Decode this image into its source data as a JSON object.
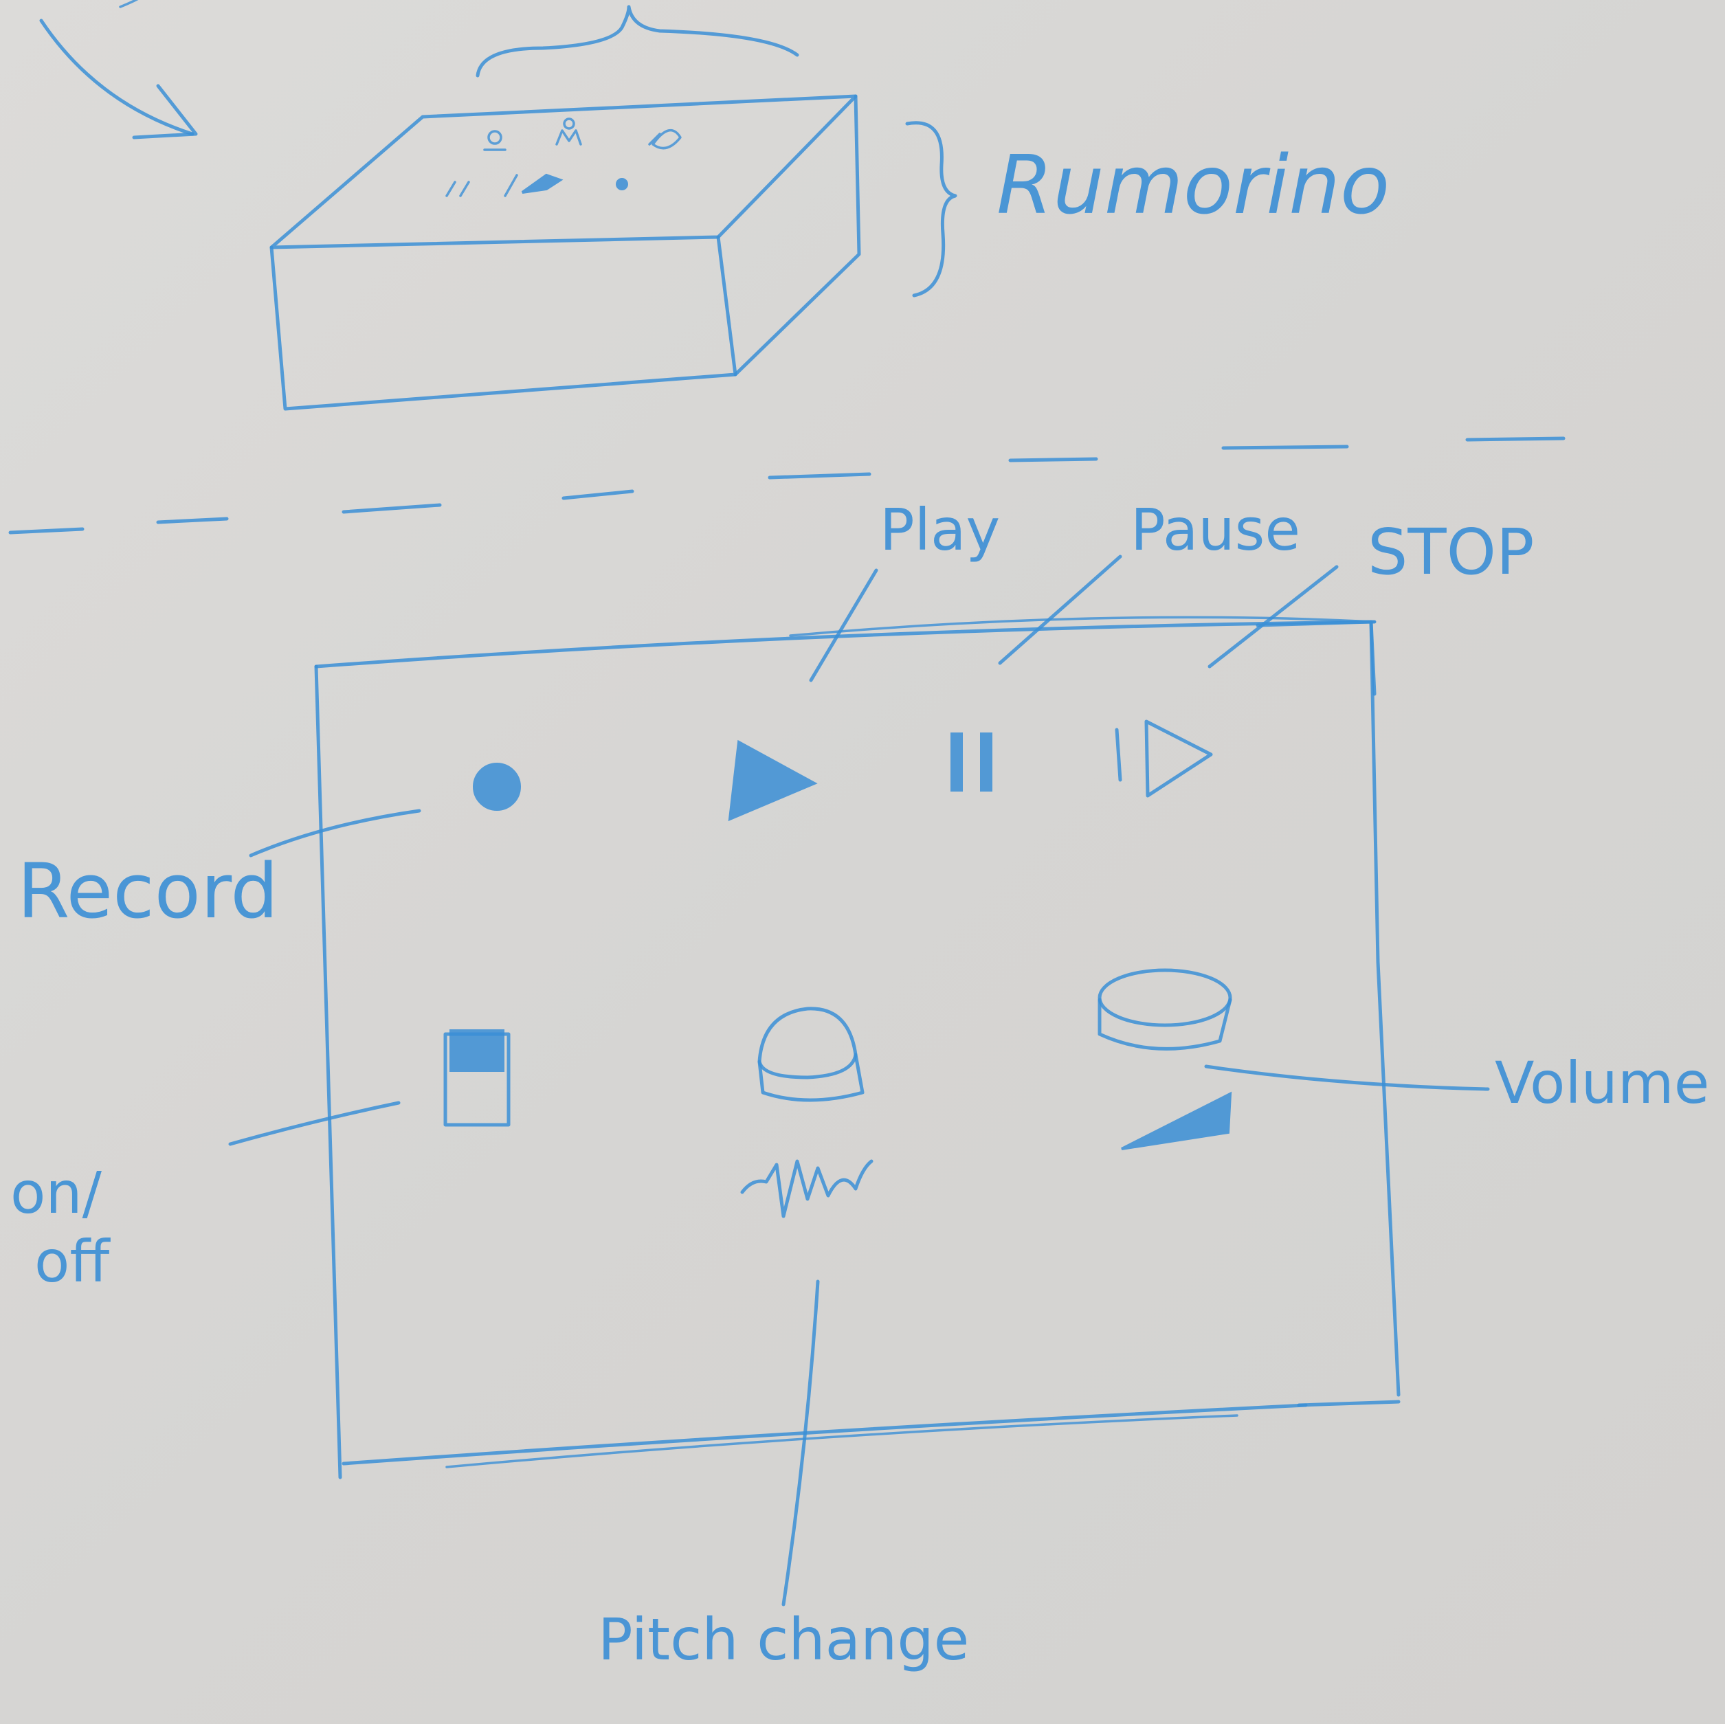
{
  "device": {
    "name": "Rumorino"
  },
  "panel": {
    "buttons": [
      {
        "id": "record",
        "label": "Record"
      },
      {
        "id": "play",
        "label": "Play"
      },
      {
        "id": "pause",
        "label": "Pause"
      },
      {
        "id": "stop",
        "label": "STOP"
      }
    ],
    "controls": [
      {
        "id": "onoff",
        "label_line1": "on/",
        "label_line2": "off"
      },
      {
        "id": "pitch",
        "label": "Pitch change"
      },
      {
        "id": "volume",
        "label": "Volume"
      }
    ]
  },
  "colors": {
    "ink": "#3b8fd6",
    "paper": "#d9d8d6"
  }
}
